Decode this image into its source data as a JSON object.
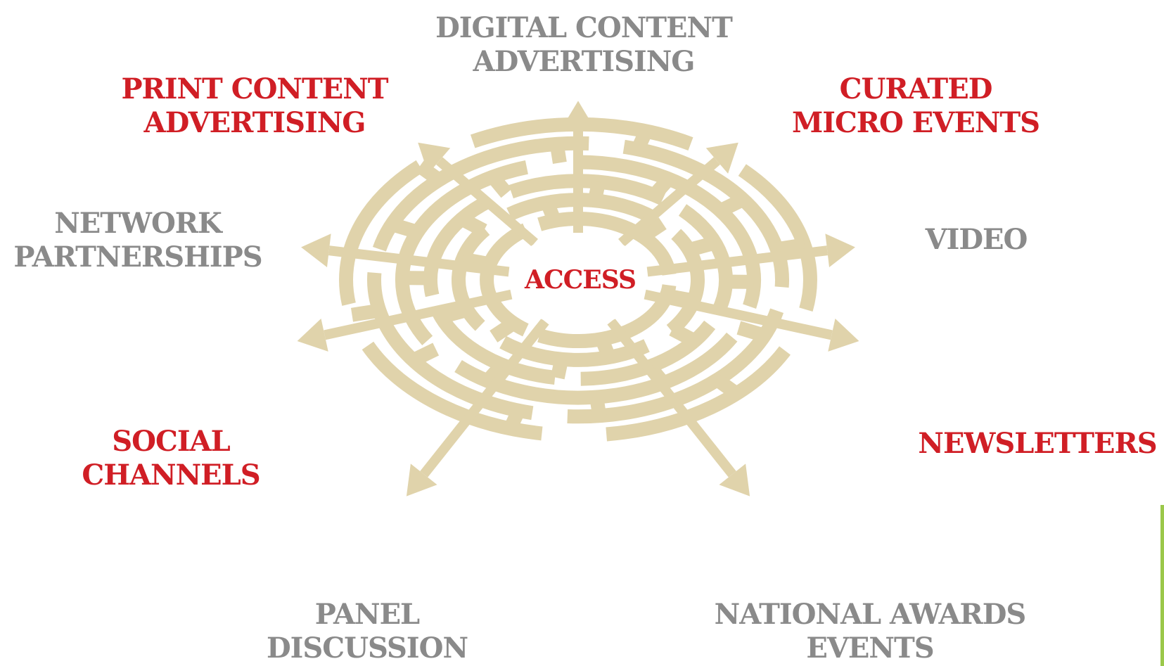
{
  "center": {
    "label": "ACCESS",
    "color": "#d01e25"
  },
  "channels": [
    {
      "id": "digital",
      "lines": [
        "DIGITAL CONTENT",
        "ADVERTISING"
      ],
      "color": "gray"
    },
    {
      "id": "print",
      "lines": [
        "PRINT CONTENT",
        "ADVERTISING"
      ],
      "color": "red"
    },
    {
      "id": "curated",
      "lines": [
        "CURATED",
        "MICRO EVENTS"
      ],
      "color": "red"
    },
    {
      "id": "network",
      "lines": [
        "NETWORK",
        "PARTNERSHIPS"
      ],
      "color": "gray"
    },
    {
      "id": "video",
      "lines": [
        "VIDEO"
      ],
      "color": "gray"
    },
    {
      "id": "social",
      "lines": [
        "SOCIAL",
        "CHANNELS"
      ],
      "color": "red"
    },
    {
      "id": "newsletters",
      "lines": [
        "NEWSLETTERS"
      ],
      "color": "red"
    },
    {
      "id": "panel",
      "lines": [
        "PANEL",
        "DISCUSSION"
      ],
      "color": "gray"
    },
    {
      "id": "awards",
      "lines": [
        "NATIONAL AWARDS",
        "EVENTS"
      ],
      "color": "gray"
    }
  ],
  "colors": {
    "maze": "#e0d3ab",
    "red": "#d01e25",
    "gray": "#8a8a8a",
    "accent_bar": "#9bc84a"
  }
}
